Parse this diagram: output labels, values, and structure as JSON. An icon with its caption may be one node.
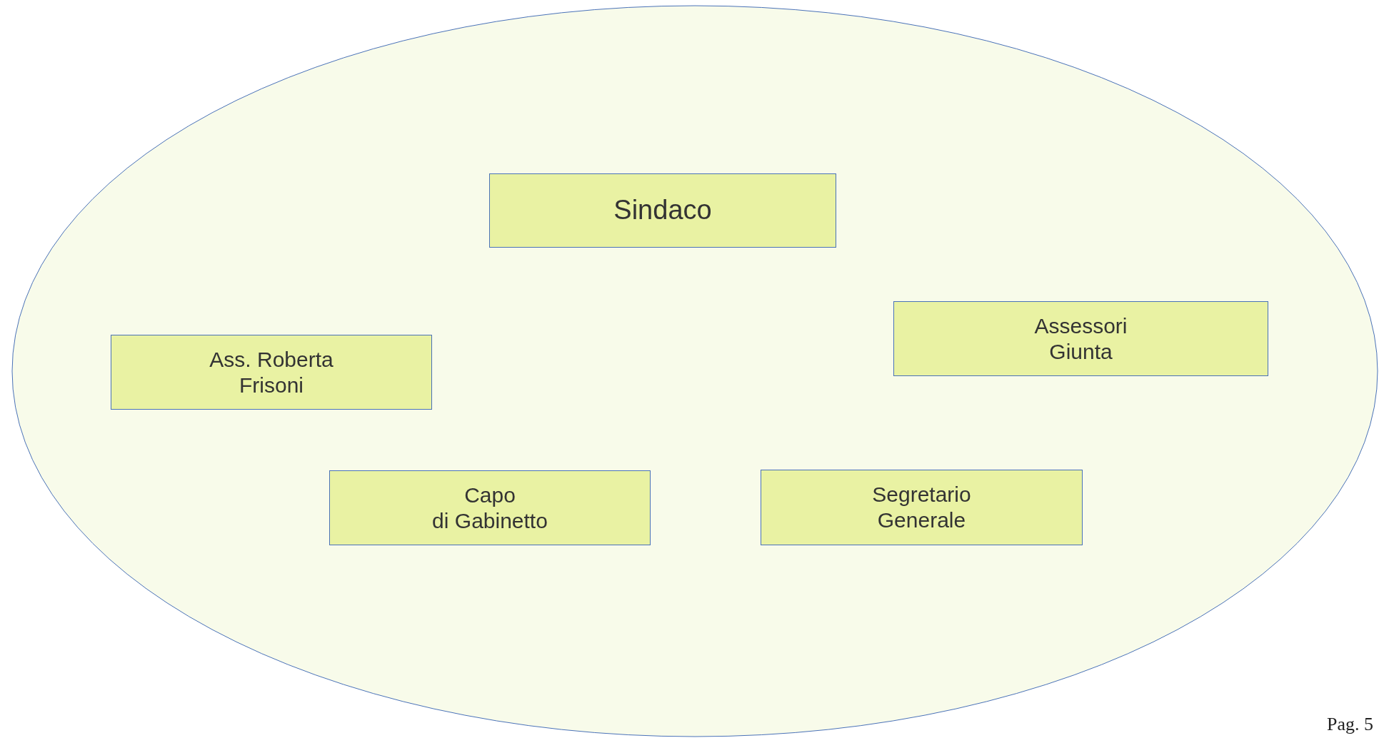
{
  "diagram": {
    "nodes": [
      {
        "text": [],
        "shape": "ellipse"
      },
      {
        "text": [
          "Sindaco"
        ],
        "in": 0
      },
      {
        "text": [
          "Assessori Giunta"
        ],
        "in": 0
      },
      {
        "text": [
          "Ass. Roberta Frisoni"
        ],
        "in": 0
      },
      {
        "text": [
          "Capo di Gabinetto"
        ],
        "in": 0
      },
      {
        "text": [
          "Segretario Generale"
        ],
        "in": 0
      }
    ],
    "labels": [
      "Pag. 5"
    ]
  }
}
